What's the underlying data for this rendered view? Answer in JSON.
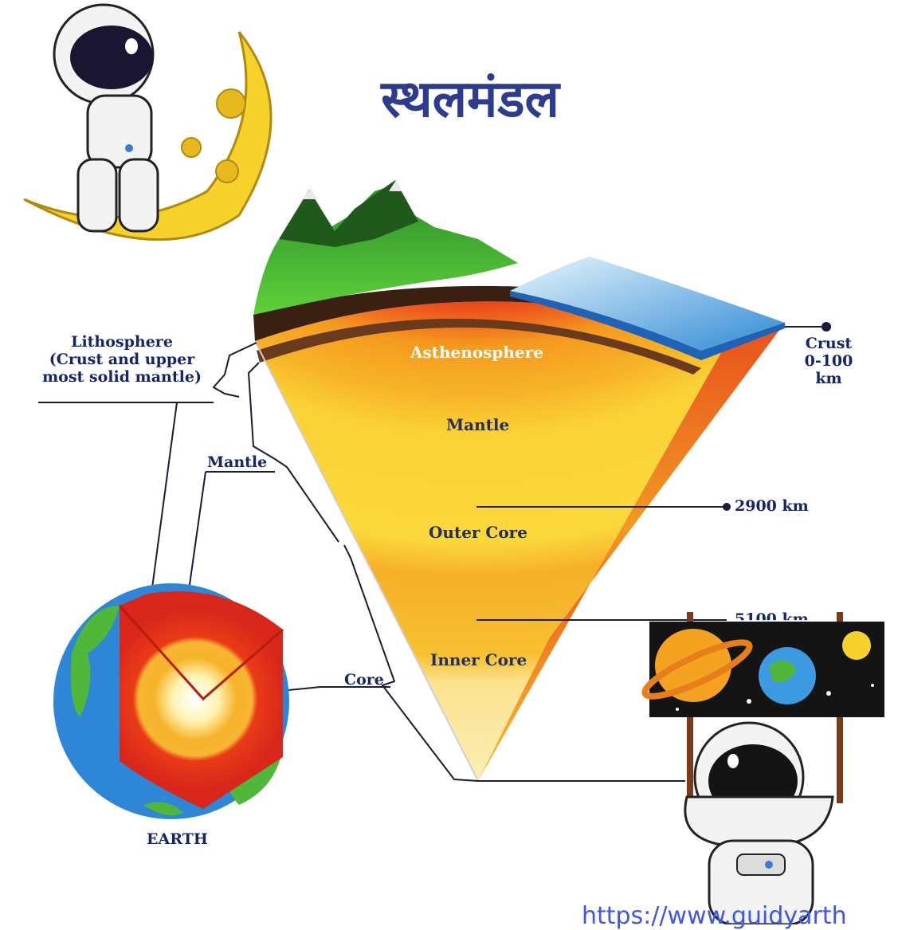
{
  "title": "स्थलमंडल",
  "labels": {
    "lithosphere_line1": "Lithosphere",
    "lithosphere_line2": "(Crust and upper",
    "lithosphere_line3": "most solid mantle)",
    "crust": "Crust",
    "crust_depth": "0-100 km",
    "asthenosphere": "Asthenosphere",
    "mantle_layer": "Mantle",
    "mantle_bracket": "Mantle",
    "outer_core": "Outer Core",
    "depth_2900": "2900 km",
    "depth_5100": "5100 km",
    "inner_core": "Inner Core",
    "core_bracket": "Core",
    "earth": "EARTH"
  },
  "url_text": "https://www.guidyarth",
  "icons": [
    "astronaut-on-moon-icon",
    "astronaut-with-space-banner-icon",
    "mountain-icon",
    "globe-cutaway-icon"
  ],
  "colors": {
    "title": "#2e3c8e",
    "label": "#15256b",
    "url": "#3f56e8",
    "crust": "#3a2010",
    "asthenosphere": "#e4281b",
    "mantle": "#f7ce2a",
    "outer_core": "#f3a31c",
    "inner_core": "#fbe79a"
  }
}
